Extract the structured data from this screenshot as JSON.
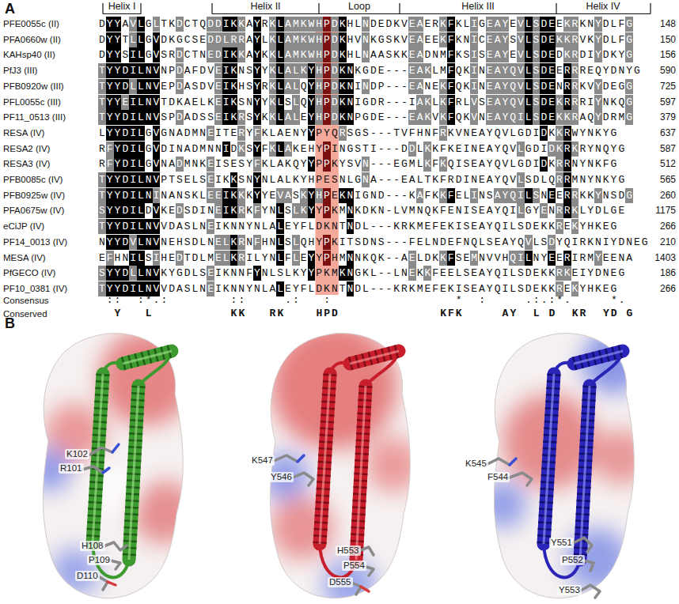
{
  "diagram": {
    "labels": [
      "A",
      "Helix I",
      "Helix II",
      "Loop",
      "Helix III",
      "Helix IV",
      "PFE0055c (II)",
      "DYYAVLGLTKDCTQDDIKKAYRKLAMKWHPDKHLNDEDKVEAERKFKLIGEAYEVLSDEEKRKNYDLFG",
      "148",
      "PFA0660w (II)",
      "DYYTLLGVDKGCSEDDLRRAYLKLAMKWHPDKHVNKGSKVEAEEKFKNICEAYSVLSDEKKRVKYDLFG",
      "150",
      "KAHsp40 (II)",
      "DYYSILGVSRDCTNEDIKKAYKKLAMKWHPDKHLNAASKKEADNMFKSISEAYEVLSDEDKRDIYDKYG",
      "156",
      "PfJ3 (III)",
      "TYYDILNVNPDAFDVEIKNSYYKLALKYHPDKNKGDE---EAKLMFQKINEAYQVLSDEERRREQYDNYG",
      "590",
      "PFB0920w (III)",
      "TYYDLLNVEPDASDVEIKHSYRKLALQYHPDKNINDP---EANEKFQKINEAYQVLSDENRRKVYDEGG",
      "725",
      "PFL0055c (III)",
      "TYYEILNVTDKAELKEIKSNYYKLSLQYHPDKNIGDR---IAKLKFRLVSEAYQVLSDEKRRRIYNKQG",
      "597",
      "PF11_0513 (III)",
      "TYYDILNVSPDADSSEIKRSYKKLALEYHPDKNPGDE---EAKVKFQKVNEAYQILSDEKKRAQYDRMG",
      "379",
      "RESA (IV)",
      "LYYDILGVGNADMNEITERYFKLAENYYPYQRSGS---TVFHNFRKVNEAYQVLGDIDKKRWYNKYG",
      "637",
      "RESA2 (IV)",
      "RFYDILGVDINADMNNIDKSYFKLAKEHYPINGSTI---DDLKKFKEINEAYQVLGDIDKRKRYNQYG",
      "587",
      "RESA3 (IV)",
      "RFYDILGVNADMNKEISESYFKLAKQYYPPKYSVN---EGMLKFKQISEAYQVLGDIDKRRNYNKFG",
      "512",
      "PFB0085c (IV)",
      "TYYDILNVPTSELSEIKKSNYNLALKYHPESNLGNA---EALTKFRDINEAYQVLSDLQRRMNYNKYG",
      "565",
      "PFB0925w (IV)",
      "TYYDILNINANSKLEEIKKKYYEVASKYHPEKNIGND---KAFKKFELINSAYQILSNEERRKKYNSDG",
      "260",
      "PFA0675w (IV)",
      "SYYDILDVKEDSDINEIKRKFYNLSLKYYPKMNKDKN-LVMNQKFENISEAYQILGYENRRKLYDLGE",
      "1175",
      "eCiJP (IV)",
      "TYYDILNVVDASLNEIKNNYNLALEYFLDKNTNDL---KRKMEFEKISEAYQILSDEKKREKYHKEG",
      "266",
      "PF14_0013 (IV)",
      "NYYDVLNVNEHSDLNELKRNFHNLSLQHYPKITSDNS---FELNDEFNQLSEAYQVLSDYQIRKNIYDNEG",
      "210",
      "MESA (IV)",
      "EFHNILSIHEDTDLMELKRILYNLFLEYYPHMNNKQK--AELDKKFSEMNVVHQILNYEERIRMYEENA",
      "1403",
      "PfGECO (IV)",
      "SYYDLLNVKYGDLSEIKNNFYNLSLKYYPKMKNGKL--LNEKKFEELSEAYQILSDEKKRKEIYDNEG",
      "186",
      "PF10_0381 (IV)",
      "TYYDILNVVDASLNEIKNNYNLALEYFLDKNTNDL---KRKMEFEKISEAYQILSDEKKREKYHKEG",
      "266",
      "Consensus",
      "::  :*.:        ::     .:   :                *  :     .:.:*.     *.",
      "Conserved",
      "Y",
      "L",
      "KK",
      "RK",
      "HPD",
      "KFK",
      "AY",
      "L",
      "D",
      "KR",
      "YD",
      "G",
      "B",
      "K102",
      "R101",
      "H108",
      "P109",
      "D110",
      "K547",
      "Y546",
      "H553",
      "P554",
      "D555",
      "K545",
      "F544",
      "Y551",
      "P552",
      "Y553"
    ]
  }
}
